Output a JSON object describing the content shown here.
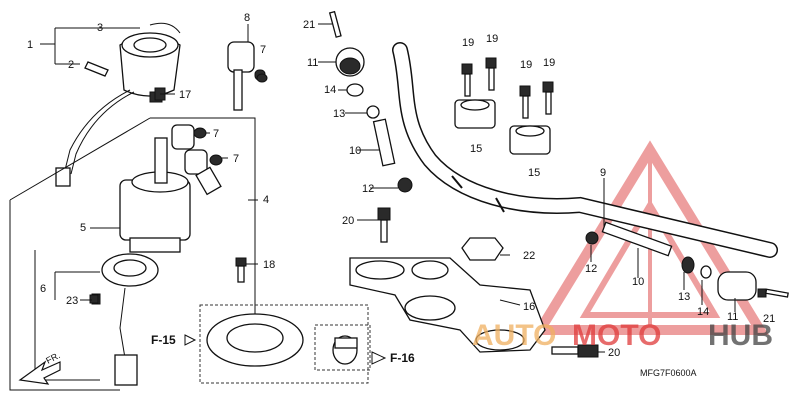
{
  "callouts": [
    "1",
    "2",
    "3",
    "4",
    "5",
    "6",
    "7",
    "7",
    "7",
    "8",
    "9",
    "10",
    "10",
    "11",
    "11",
    "12",
    "12",
    "13",
    "13",
    "14",
    "14",
    "15",
    "15",
    "16",
    "17",
    "18",
    "19",
    "19",
    "19",
    "19",
    "20",
    "20",
    "21",
    "21",
    "22",
    "23"
  ],
  "refs": {
    "f15": "F-15",
    "f16": "F-16",
    "front": "FR."
  },
  "diagram_code": "MFG7F0600A",
  "watermark": {
    "auto": "AUTO",
    "moto": "MOTO",
    "hub": "HUB",
    "color_auto": "#f0b060",
    "color_moto": "#e03a3a",
    "color_hub": "#444444"
  }
}
